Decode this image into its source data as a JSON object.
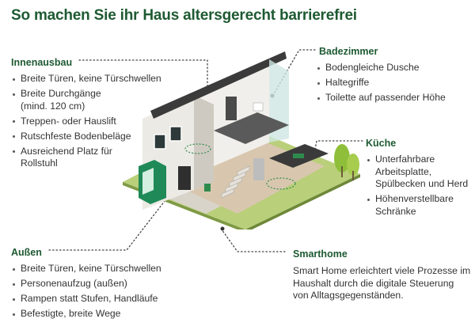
{
  "title": "So machen Sie ihr Haus altersgerecht barrierefrei",
  "sections": {
    "innenausbau": {
      "heading": "Innenausbau",
      "items": [
        "Breite Türen, keine Türschwellen",
        "Breite Durchgänge (mind. 120 cm)",
        "Treppen- oder Hauslift",
        "Rutschfeste Bodenbeläge",
        "Ausreichend Platz für Rollstuhl"
      ]
    },
    "badezimmer": {
      "heading": "Badezimmer",
      "items": [
        "Bodengleiche Dusche",
        "Haltegriffe",
        "Toilette auf passender Höhe"
      ]
    },
    "kueche": {
      "heading": "Küche",
      "items": [
        "Unterfahrbare Arbeitsplatte, Spülbecken und Herd",
        "Höhenverstellbare Schränke"
      ]
    },
    "aussen": {
      "heading": "Außen",
      "items": [
        "Breite Türen, keine Türschwellen",
        "Personenaufzug (außen)",
        "Rampen statt Stufen, Handläufe",
        "Befestigte, breite Wege"
      ]
    },
    "smarthome": {
      "heading": "Smarthome",
      "text": "Smart Home erleichtert viele Prozesse im Haushalt durch die digitale Steuerung von Alltagsgegenständen."
    }
  },
  "colors": {
    "brand_green": "#1e5a32",
    "accent_green": "#2e8b4e",
    "grass": "#b9cf7a",
    "wall": "#e7e3dc",
    "roof": "#3b3b3b"
  },
  "icons": [
    "house-illustration",
    "tree-icon",
    "stair-lift-icon",
    "elevator-icon",
    "shower-icon",
    "stove-icon"
  ]
}
